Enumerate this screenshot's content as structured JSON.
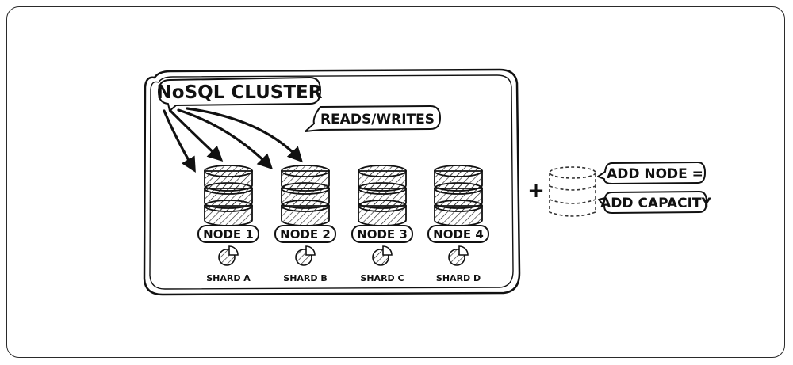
{
  "cluster": {
    "title": "NoSQL CLUSTER",
    "traffic_label": "READS/WRITES"
  },
  "nodes": [
    {
      "label": "NODE 1",
      "shard": "SHARD A",
      "receives_traffic": true
    },
    {
      "label": "NODE 2",
      "shard": "SHARD B",
      "receives_traffic": true
    },
    {
      "label": "NODE 3",
      "shard": "SHARD C",
      "receives_traffic": false
    },
    {
      "label": "NODE 4",
      "shard": "SHARD D",
      "receives_traffic": false
    }
  ],
  "scaling": {
    "plus_symbol": "+",
    "line1": "ADD NODE =",
    "line2": "ADD CAPACITY"
  },
  "colors": {
    "ink": "#111111",
    "background": "#ffffff"
  }
}
